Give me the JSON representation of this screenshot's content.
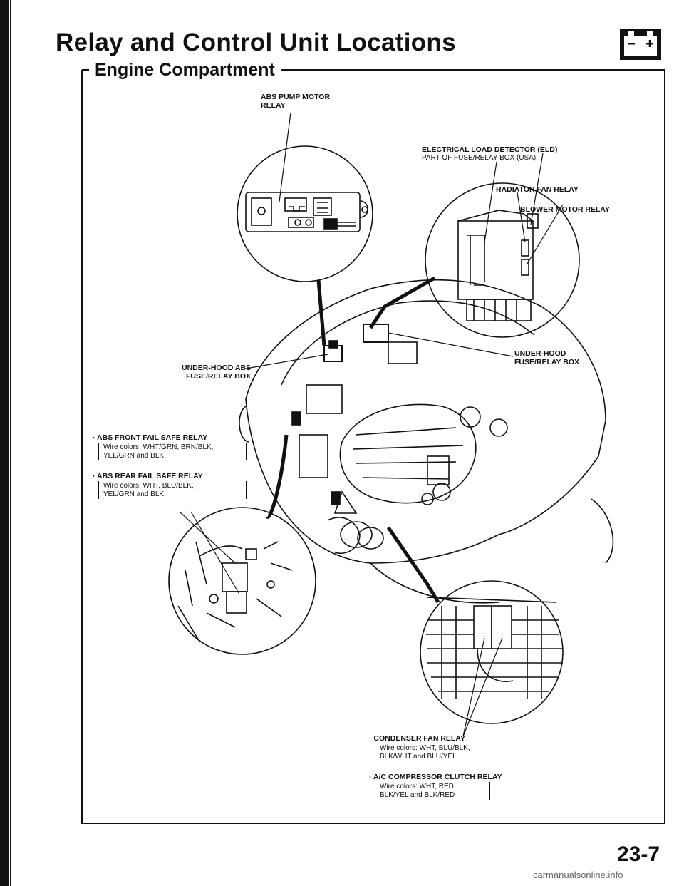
{
  "page": {
    "title": "Relay and Control Unit Locations",
    "section": "Engine Compartment",
    "page_number": "23-7",
    "footer_url": "carmanualsonline.info"
  },
  "icons": {
    "battery": "battery-icon"
  },
  "labels": {
    "abs_pump_motor_relay_1": "ABS PUMP MOTOR",
    "abs_pump_motor_relay_2": "RELAY",
    "eld_1": "ELECTRICAL LOAD DETECTOR (ELD)",
    "eld_2": "Part of fuse/relay box (USA)",
    "radiator_fan_relay": "RADIATOR FAN RELAY",
    "blower_motor_relay": "BLOWER MOTOR RELAY",
    "under_hood_fuse_box_1": "UNDER-HOOD",
    "under_hood_fuse_box_2": "FUSE/RELAY BOX",
    "under_hood_abs_box_1": "UNDER-HOOD ABS",
    "under_hood_abs_box_2": "FUSE/RELAY BOX",
    "abs_front_fail_safe": "ABS FRONT FAIL SAFE RELAY",
    "abs_front_wires_1": "Wire colors: WHT/GRN, BRN/BLK,",
    "abs_front_wires_2": "YEL/GRN and BLK",
    "abs_rear_fail_safe": "ABS REAR FAIL SAFE RELAY",
    "abs_rear_wires_1": "Wire colors: WHT, BLU/BLK,",
    "abs_rear_wires_2": "YEL/GRN and BLK",
    "condenser_fan_relay": "CONDENSER FAN RELAY",
    "condenser_wires_1": "Wire colors: WHT, BLU/BLK,",
    "condenser_wires_2": "BLK/WHT and BLU/YEL",
    "ac_clutch_relay": "A/C COMPRESSOR CLUTCH RELAY",
    "ac_wires_1": "Wire colors: WHT, RED,",
    "ac_wires_2": "BLK/YEL and BLK/RED"
  }
}
